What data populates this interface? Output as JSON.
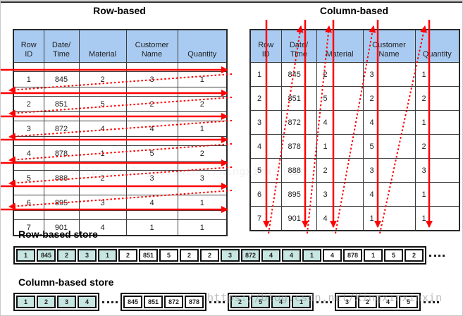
{
  "tables": {
    "row_based": {
      "title": "Row-based",
      "headers": [
        "Row\nID",
        "Date/\nTime",
        "Material",
        "Customer\nName",
        "Quantity"
      ],
      "rows": [
        [
          1,
          845,
          2,
          3,
          1
        ],
        [
          2,
          851,
          5,
          2,
          2
        ],
        [
          3,
          872,
          4,
          4,
          1
        ],
        [
          4,
          878,
          1,
          5,
          2
        ],
        [
          5,
          888,
          2,
          3,
          3
        ],
        [
          6,
          895,
          3,
          4,
          1
        ],
        [
          7,
          901,
          4,
          1,
          1
        ]
      ]
    },
    "column_based": {
      "title": "Column-based",
      "headers": [
        "Row\nID",
        "Date/\nTime",
        "Material",
        "Customer\nName",
        "Quantity"
      ],
      "rows": [
        [
          1,
          845,
          2,
          3,
          1
        ],
        [
          2,
          851,
          5,
          2,
          2
        ],
        [
          3,
          872,
          4,
          4,
          1
        ],
        [
          4,
          878,
          1,
          5,
          2
        ],
        [
          5,
          888,
          2,
          3,
          3
        ],
        [
          6,
          895,
          3,
          4,
          1
        ],
        [
          7,
          901,
          4,
          1,
          1
        ]
      ]
    }
  },
  "stores": {
    "row_based": {
      "title": "Row-based store",
      "single_box": true,
      "groups": [
        {
          "cells": [
            "1",
            "845",
            "2",
            "3",
            "1"
          ],
          "shaded": true
        },
        {
          "cells": [
            "2",
            "851",
            "5",
            "2",
            "2"
          ],
          "shaded": false
        },
        {
          "cells": [
            "3",
            "872",
            "4",
            "4",
            "1"
          ],
          "shaded": true
        },
        {
          "cells": [
            "4",
            "878",
            "1",
            "5",
            "2"
          ],
          "shaded": false
        }
      ]
    },
    "column_based": {
      "title": "Column-based store",
      "single_box": false,
      "groups": [
        {
          "cells": [
            "1",
            "2",
            "3",
            "4"
          ],
          "shaded": true
        },
        {
          "cells": [
            "845",
            "851",
            "872",
            "878"
          ],
          "shaded": false
        },
        {
          "cells": [
            "2",
            "5",
            "4",
            "1"
          ],
          "shaded": true
        },
        {
          "cells": [
            "3",
            "2",
            "4",
            "5"
          ],
          "shaded": false
        }
      ]
    }
  },
  "watermark": {
    "text": "https://blog.csdn.net/Xingxinxinxin"
  },
  "colors": {
    "header_fill": "#a9cbf2",
    "store_fill": "#c7e5e1",
    "arrow": "#ff0000"
  }
}
